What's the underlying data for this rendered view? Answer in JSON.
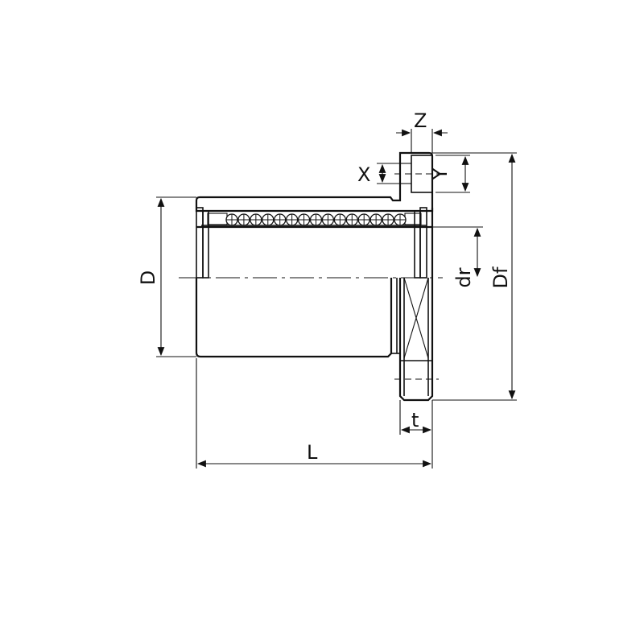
{
  "labels": {
    "Z": "Z",
    "X": "X",
    "Y": "Y",
    "D": "D",
    "dr": "dr",
    "Df": "Df",
    "t": "t",
    "L": "L"
  },
  "colors": {
    "shell": "#b4b5b8",
    "retainer": "#c9cde6",
    "line": "#111111"
  },
  "ball_count": 15
}
